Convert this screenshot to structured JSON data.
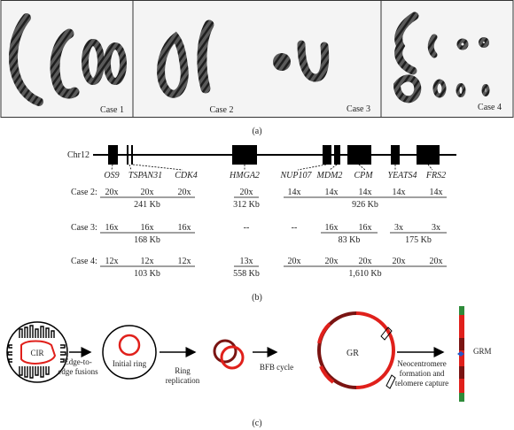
{
  "panel_a": {
    "cases": [
      "Case 1",
      "Case 2",
      "Case 3",
      "Case 4"
    ],
    "label": "(a)"
  },
  "panel_b": {
    "chromosome": "Chr12",
    "genes": [
      "OS9",
      "TSPAN31",
      "CDK4",
      "HMGA2",
      "NUP107",
      "MDM2",
      "CPM",
      "YEATS4",
      "FRS2"
    ],
    "label": "(b)",
    "rows": [
      {
        "name": "Case 2:",
        "copies": [
          "20x",
          "20x",
          "20x",
          "20x",
          "14x",
          "14x",
          "14x",
          "14x",
          "14x"
        ],
        "segments": [
          "241 Kb",
          "312 Kb",
          "926 Kb"
        ]
      },
      {
        "name": "Case 3:",
        "copies": [
          "16x",
          "16x",
          "16x",
          "--",
          "--",
          "16x",
          "16x",
          "3x",
          "3x"
        ],
        "segments": [
          "168 Kb",
          "83 Kb",
          "175 Kb"
        ]
      },
      {
        "name": "Case 4:",
        "copies": [
          "12x",
          "12x",
          "12x",
          "13x",
          "20x",
          "20x",
          "20x",
          "20x",
          "20x"
        ],
        "segments": [
          "103 Kb",
          "558 Kb",
          "1,610 Kb"
        ]
      }
    ]
  },
  "panel_c": {
    "cir_label": "CIR",
    "step1": [
      "Edge-to-",
      "edge fusions"
    ],
    "initial_ring": "Initial ring",
    "step2": [
      "Ring",
      "replication"
    ],
    "step3": "BFB cycle",
    "gr_label": "GR",
    "step4": [
      "Neocentromere",
      "formation and",
      "telomere capture"
    ],
    "grm_label": "GRM",
    "label": "(c)",
    "colors": {
      "red": "#e0201b",
      "dark_red": "#7a1412",
      "green": "#2e8b3a",
      "blue": "#2456c8"
    }
  }
}
